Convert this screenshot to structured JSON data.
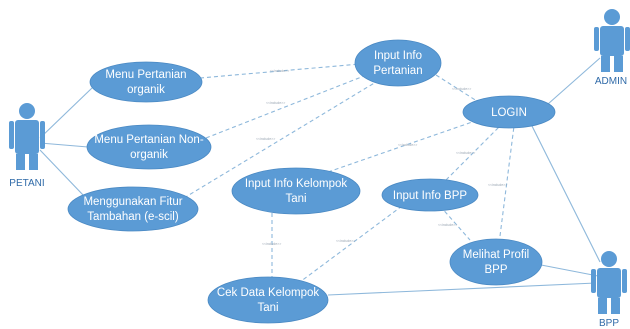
{
  "actors": {
    "petani": "PETANI",
    "admin": "ADMIN",
    "bpp": "BPP"
  },
  "use_cases": {
    "input_info_pertanian": [
      "Input Info",
      "Pertanian"
    ],
    "menu_pertanian_organik": [
      "Menu Pertanian",
      "organik"
    ],
    "menu_pertanian_non_organik": [
      "Menu Pertanian Non-",
      "organik"
    ],
    "menggunakan_fitur_tambahan": [
      "Menggunakan Fitur",
      "Tambahan (e-scil)"
    ],
    "login": [
      "LOGIN"
    ],
    "input_info_kelompok_tani": [
      "Input Info Kelompok",
      "Tani"
    ],
    "input_info_bpp": [
      "Input Info BPP"
    ],
    "melihat_profil_bpp": [
      "Melihat Profil",
      "BPP"
    ],
    "cek_data_kelompok_tani": [
      "Cek Data Kelompok",
      "Tani"
    ]
  },
  "relation_label": "<<include>>",
  "colors": {
    "use_case_fill": "#5b9bd5",
    "actor_fill": "#5b9bd5",
    "line": "#8eb8db",
    "actor_label": "#2f6aa8"
  }
}
